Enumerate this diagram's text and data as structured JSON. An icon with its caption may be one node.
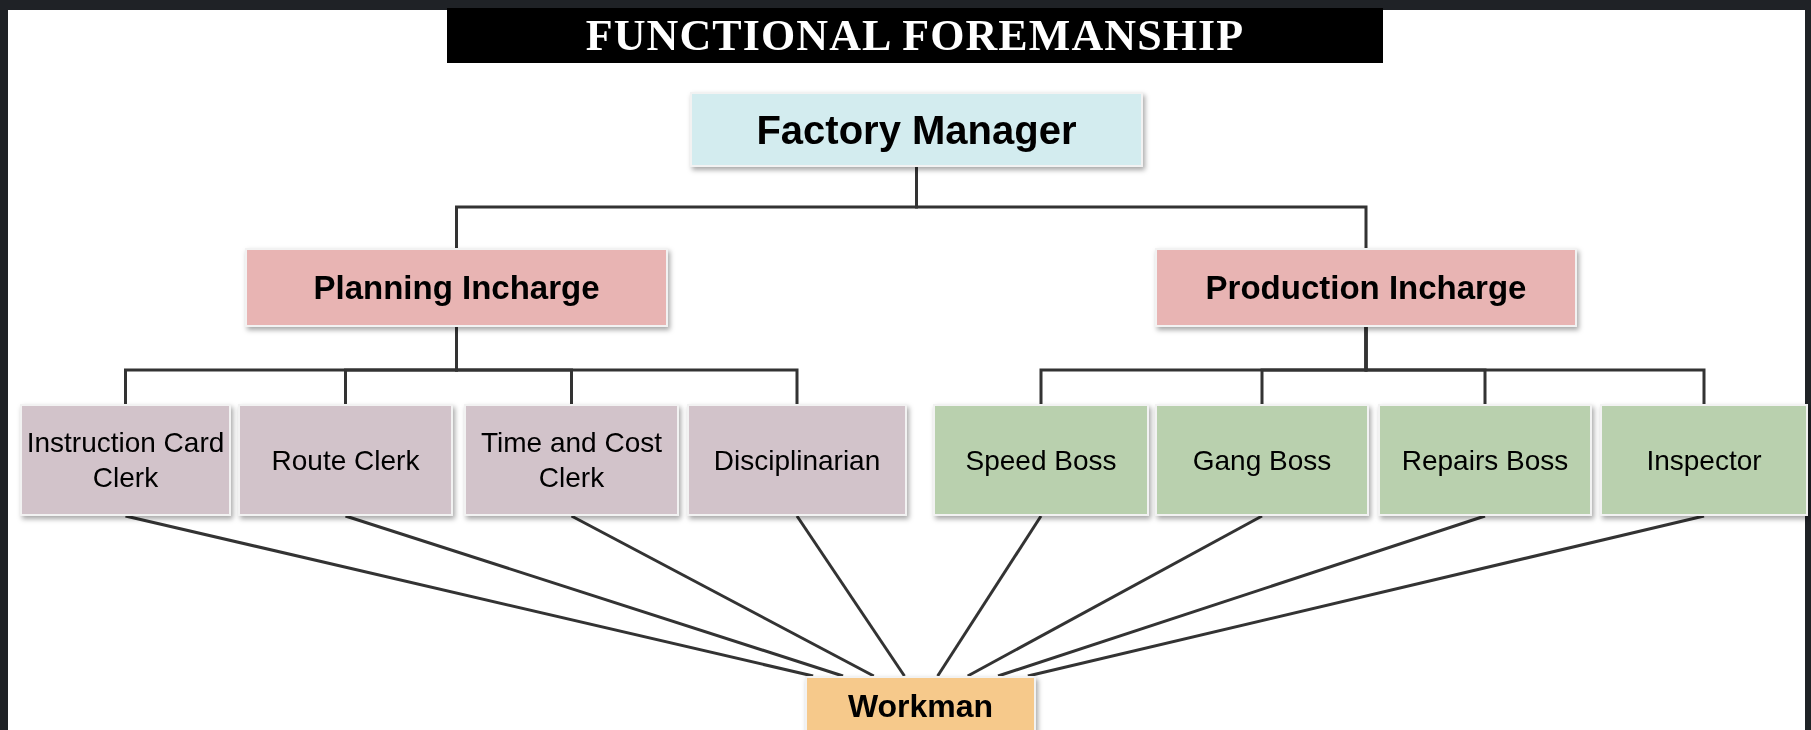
{
  "diagram": {
    "title": "FUNCTIONAL FOREMANSHIP",
    "nodes": [
      {
        "text": [
          "Factory Manager"
        ]
      },
      {
        "text": [
          "Planning Incharge"
        ]
      },
      {
        "text": [
          "Production Incharge"
        ]
      },
      {
        "text": [
          "Instruction Card Clerk"
        ]
      },
      {
        "text": [
          "Route Clerk"
        ]
      },
      {
        "text": [
          "Time and Cost Clerk"
        ]
      },
      {
        "text": [
          "Disciplinarian"
        ]
      },
      {
        "text": [
          "Speed Boss"
        ]
      },
      {
        "text": [
          "Gang Boss"
        ]
      },
      {
        "text": [
          "Repairs Boss"
        ]
      },
      {
        "text": [
          "Inspector"
        ]
      },
      {
        "text": [
          "Workman"
        ]
      }
    ],
    "edges": [
      {
        "from": 0,
        "to": 1,
        "arrow": "none"
      },
      {
        "from": 0,
        "to": 2,
        "arrow": "none"
      },
      {
        "from": 1,
        "to": 3,
        "arrow": "none"
      },
      {
        "from": 1,
        "to": 4,
        "arrow": "none"
      },
      {
        "from": 1,
        "to": 5,
        "arrow": "none"
      },
      {
        "from": 1,
        "to": 6,
        "arrow": "none"
      },
      {
        "from": 2,
        "to": 7,
        "arrow": "none"
      },
      {
        "from": 2,
        "to": 8,
        "arrow": "none"
      },
      {
        "from": 2,
        "to": 9,
        "arrow": "none"
      },
      {
        "from": 2,
        "to": 10,
        "arrow": "none"
      },
      {
        "from": 3,
        "to": 11,
        "arrow": "none"
      },
      {
        "from": 4,
        "to": 11,
        "arrow": "none"
      },
      {
        "from": 5,
        "to": 11,
        "arrow": "none"
      },
      {
        "from": 6,
        "to": 11,
        "arrow": "none"
      },
      {
        "from": 7,
        "to": 11,
        "arrow": "none"
      },
      {
        "from": 8,
        "to": 11,
        "arrow": "none"
      },
      {
        "from": 9,
        "to": 11,
        "arrow": "none"
      },
      {
        "from": 10,
        "to": 11,
        "arrow": "none"
      }
    ]
  }
}
